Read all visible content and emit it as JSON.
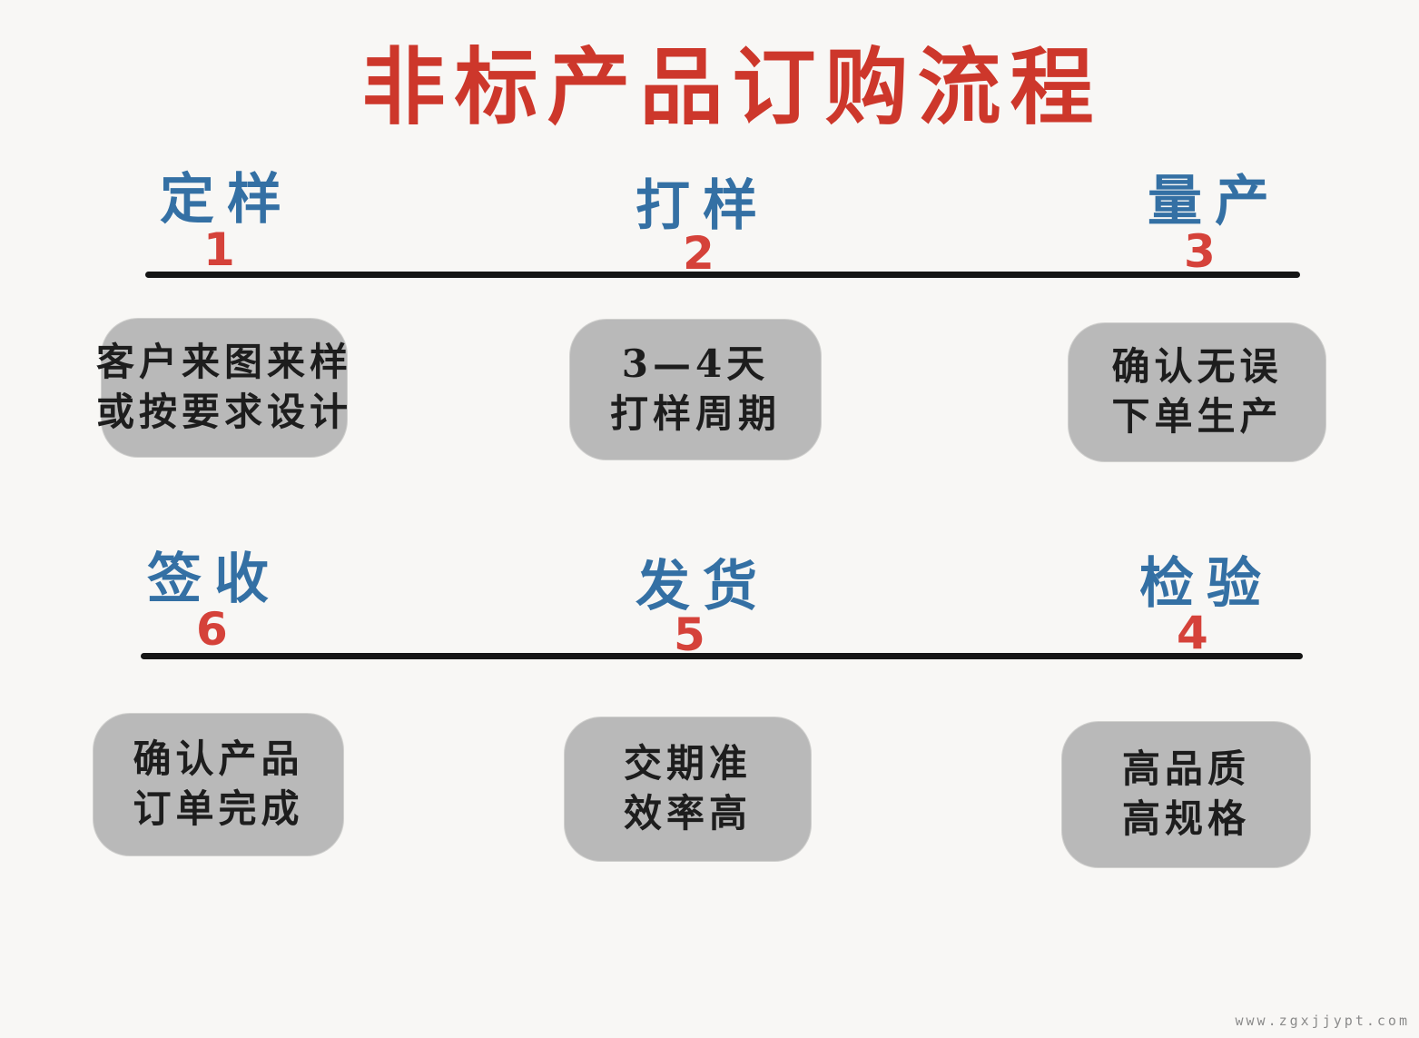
{
  "title": {
    "text": "非标产品订购流程"
  },
  "colors": {
    "title_red": "#cd372b",
    "stage_label_blue": "#3470a4",
    "stage_number_red": "#d5423a",
    "line_black": "#151515",
    "box_gray": "#b9b9b9",
    "box_text": "#1d1d1d",
    "background": "#f8f7f5",
    "watermark_gray": "#8b8b8b"
  },
  "rows": [
    {
      "stages": [
        {
          "label": "定样",
          "number": "1",
          "box_lines": [
            "客户来图来样",
            "或按要求设计"
          ]
        },
        {
          "label": "打样",
          "number": "2",
          "box_lines": [
            "3—4天",
            "打样周期"
          ]
        },
        {
          "label": "量产",
          "number": "3",
          "box_lines": [
            "确认无误",
            "下单生产"
          ]
        }
      ]
    },
    {
      "stages": [
        {
          "label": "签收",
          "number": "6",
          "box_lines": [
            "确认产品",
            "订单完成"
          ]
        },
        {
          "label": "发货",
          "number": "5",
          "box_lines": [
            "交期准",
            "效率高"
          ]
        },
        {
          "label": "检验",
          "number": "4",
          "box_lines": [
            "高品质",
            "高规格"
          ]
        }
      ]
    }
  ],
  "watermark": {
    "text": "www.zgxjjypt.com"
  }
}
